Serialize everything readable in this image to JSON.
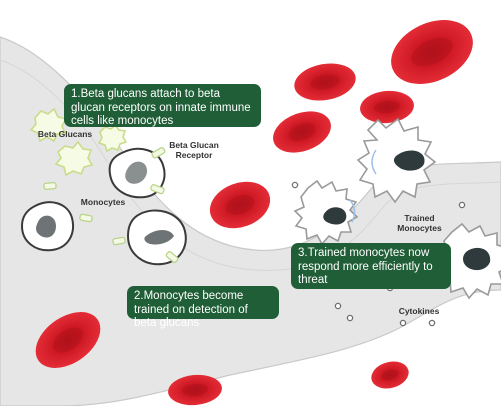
{
  "callouts": {
    "step1": "1.Beta glucans attach to beta glucan receptors on innate immune cells like monocytes",
    "step2": "2.Monocytes become trained on detection of beta glucans",
    "step3": "3.Trained monocytes now respond more efficiently to threat"
  },
  "labels": {
    "beta_glucans": "Beta Glucans",
    "beta_glucan_receptor": "Beta Glucan Receptor",
    "monocytes": "Monocytes",
    "trained_monocytes": "Trained Monocytes",
    "cytokines": "Cytokines"
  },
  "colors": {
    "vessel": "#e6e6e6",
    "vessel_edge": "#c9c9c9",
    "callout_bg": "#1f5e36",
    "rbc": "#e0222d",
    "rbc_center": "#b0111a",
    "glucan_fill": "#f6fbe6",
    "glucan_stroke": "#c8dc8a",
    "nucleus": "#3c4a4c",
    "receptor": "#b9d48a"
  }
}
